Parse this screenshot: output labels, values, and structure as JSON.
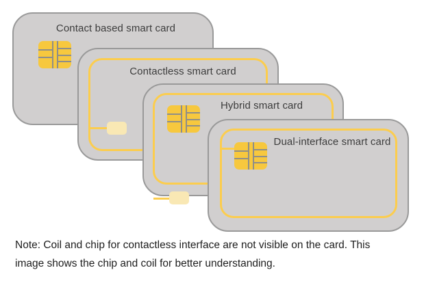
{
  "diagram": {
    "subject": "smart-card-types",
    "cards": [
      {
        "title": "Contact based smart card",
        "type": "contact",
        "has_contact_chip": true,
        "has_coil": false,
        "has_contactless_module": false
      },
      {
        "title": "Contactless smart card",
        "type": "contactless",
        "has_contact_chip": false,
        "has_coil": true,
        "has_contactless_module": true
      },
      {
        "title": "Hybrid smart card",
        "type": "hybrid",
        "has_contact_chip": true,
        "has_coil": true,
        "has_contactless_module": true
      },
      {
        "title": "Dual-interface smart card",
        "type": "dual-interface",
        "has_contact_chip": true,
        "has_coil": true,
        "has_contactless_module": false
      }
    ],
    "note": {
      "lines": [
        "Note: Coil and chip for contactless interface are not visible on the card. This",
        "image shows the chip and coil for better understanding."
      ]
    },
    "colors": {
      "card_fill": "#d1cfcf",
      "card_border": "#999999",
      "chip_gold": "#f7c83e",
      "chip_line": "#8e8e89",
      "coil_yellow": "#fccd4d",
      "pale_chip": "#f9e8b4",
      "title_text": "#3c3c3c",
      "note_text": "#1d1d1d",
      "background": "#ffffff"
    }
  }
}
